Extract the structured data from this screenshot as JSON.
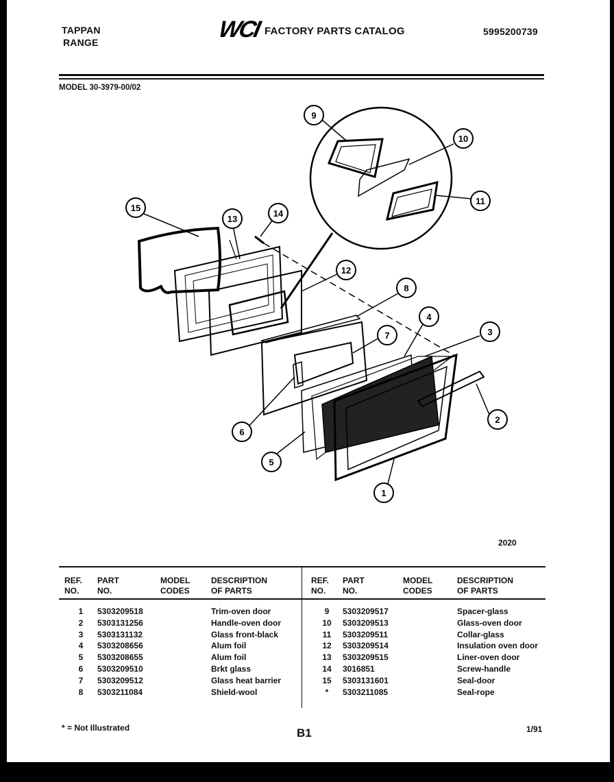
{
  "header": {
    "brand_line1": "TAPPAN",
    "brand_line2": "RANGE",
    "logo_text": "WCI",
    "catalog_title": "FACTORY PARTS CATALOG",
    "catalog_number": "5995200739",
    "model": "MODEL 30-3979-00/02"
  },
  "diagram": {
    "figure_code": "2020",
    "callouts": [
      "1",
      "2",
      "3",
      "4",
      "5",
      "6",
      "7",
      "8",
      "9",
      "10",
      "11",
      "12",
      "13",
      "14",
      "15"
    ]
  },
  "table": {
    "headers": {
      "ref_l1": "REF.",
      "ref_l2": "NO.",
      "part_l1": "PART",
      "part_l2": "NO.",
      "model_l1": "MODEL",
      "model_l2": "CODES",
      "desc_l1": "DESCRIPTION",
      "desc_l2": "OF PARTS"
    },
    "left_rows": [
      {
        "ref": "1",
        "part": "5303209518",
        "codes": "",
        "desc": "Trim-oven door"
      },
      {
        "ref": "2",
        "part": "5303131256",
        "codes": "",
        "desc": "Handle-oven door"
      },
      {
        "ref": "3",
        "part": "5303131132",
        "codes": "",
        "desc": "Glass front-black"
      },
      {
        "ref": "4",
        "part": "5303208656",
        "codes": "",
        "desc": "Alum foil"
      },
      {
        "ref": "5",
        "part": "5303208655",
        "codes": "",
        "desc": "Alum foil"
      },
      {
        "ref": "6",
        "part": "5303209510",
        "codes": "",
        "desc": "Brkt glass"
      },
      {
        "ref": "7",
        "part": "5303209512",
        "codes": "",
        "desc": "Glass heat barrier"
      },
      {
        "ref": "8",
        "part": "5303211084",
        "codes": "",
        "desc": "Shield-wool"
      }
    ],
    "right_rows": [
      {
        "ref": "9",
        "part": "5303209517",
        "codes": "",
        "desc": "Spacer-glass"
      },
      {
        "ref": "10",
        "part": "5303209513",
        "codes": "",
        "desc": "Glass-oven door"
      },
      {
        "ref": "11",
        "part": "5303209511",
        "codes": "",
        "desc": "Collar-glass"
      },
      {
        "ref": "12",
        "part": "5303209514",
        "codes": "",
        "desc": "Insulation oven door"
      },
      {
        "ref": "13",
        "part": "5303209515",
        "codes": "",
        "desc": "Liner-oven door"
      },
      {
        "ref": "14",
        "part": "3016851",
        "codes": "",
        "desc": "Screw-handle"
      },
      {
        "ref": "15",
        "part": "5303131601",
        "codes": "",
        "desc": "Seal-door"
      },
      {
        "ref": "*",
        "part": "5303211085",
        "codes": "",
        "desc": "Seal-rope"
      }
    ]
  },
  "footer": {
    "note": "* = Not Illustrated",
    "page": "B1",
    "date": "1/91"
  }
}
